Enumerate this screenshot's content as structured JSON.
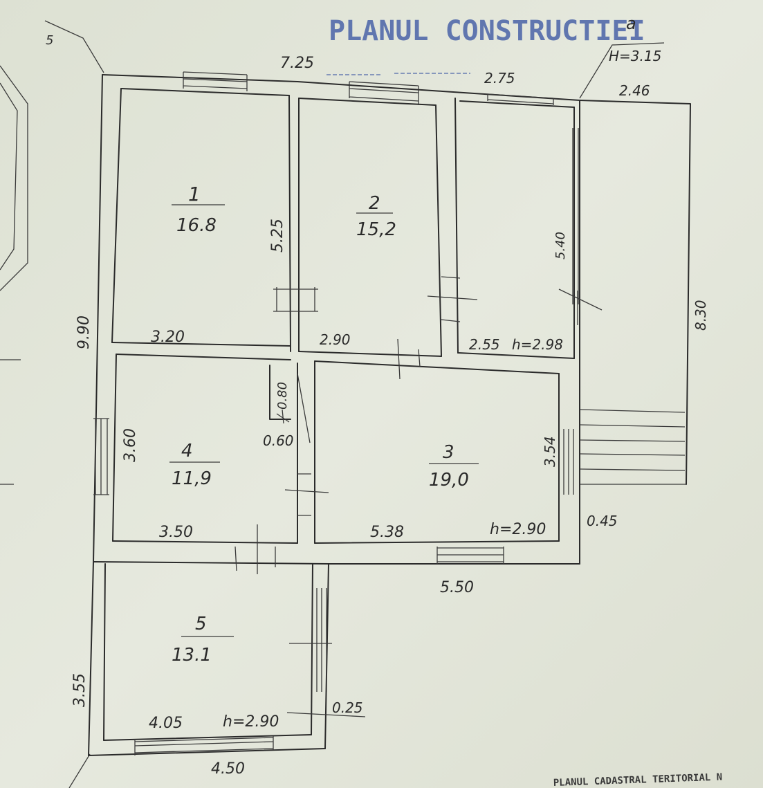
{
  "stamp": {
    "title": "PLANUL CONSTRUCTIEI",
    "color": "#4a63a8"
  },
  "footer": {
    "text": "PLANUL CADASTRAL TERITORIAL N"
  },
  "annex": {
    "label": "a",
    "height": "H=3.15"
  },
  "corner": {
    "label": "5"
  },
  "rooms": [
    {
      "number": "1",
      "area": "16.8"
    },
    {
      "number": "2",
      "area": "15,2"
    },
    {
      "number": "3",
      "area": "19,0"
    },
    {
      "number": "4",
      "area": "11,9"
    },
    {
      "number": "5",
      "area": "13.1"
    }
  ],
  "dimensions": {
    "top_total": "7.25",
    "top_right": "2.75",
    "annex_top": "2.46",
    "annex_side": "8.30",
    "left_total": "9.90",
    "room1_height": "5.25",
    "room1_width": "3.20",
    "room2_width": "2.90",
    "room_right_width": "2.55",
    "room_right_ceiling": "h=2.98",
    "room_right_height": "5.40",
    "room4_height": "3.60",
    "corridor_depth": "0.60",
    "corridor_width": "0.80",
    "room4_width": "3.50",
    "room3_height": "3.54",
    "room3_width": "5.38",
    "room3_ceiling": "h=2.90",
    "wall_right": "0.45",
    "mid_total": "5.50",
    "room5_height": "3.55",
    "room5_wall": "0.25",
    "room5_width": "4.05",
    "room5_ceiling": "h=2.90",
    "bottom_total": "4.50"
  }
}
